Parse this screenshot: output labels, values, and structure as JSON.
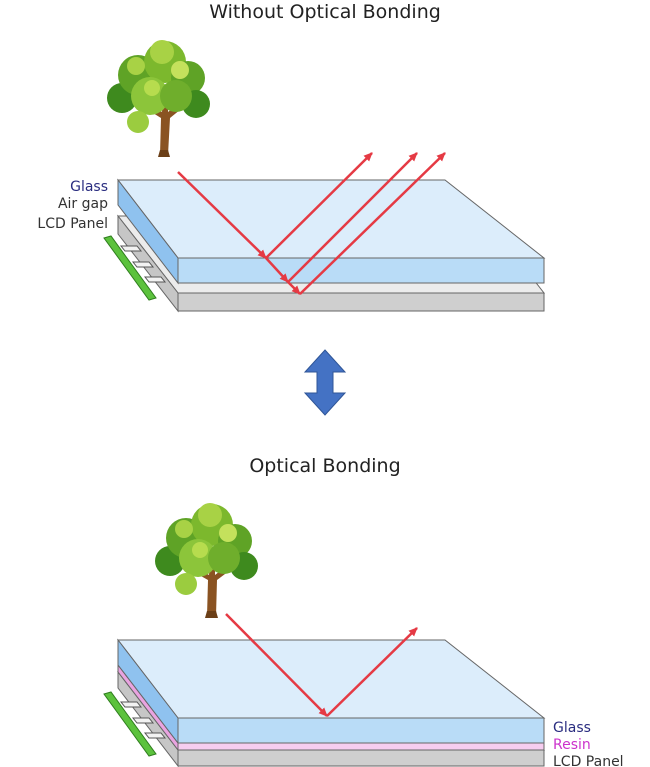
{
  "top": {
    "title": "Without Optical Bonding",
    "labels": {
      "glass": "Glass",
      "air_gap": "Air gap",
      "lcd_panel": "LCD Panel"
    }
  },
  "bottom": {
    "title": "Optical Bonding",
    "labels": {
      "glass": "Glass",
      "resin": "Resin",
      "lcd_panel": "LCD Panel"
    }
  },
  "colors": {
    "glass_label": "#2a2d80",
    "resin_label": "#cc33cc",
    "lcd_label": "#333333",
    "air_gap_label": "#333333",
    "ray": "#e53a44",
    "arrow": "#4472c4",
    "glass_top": "#dcedfb",
    "glass_side": "#a9d2f5",
    "resin": "#f6cdf0",
    "panel_top": "#ececec",
    "panel_side": "#cfcfcf",
    "connector": "#5cc23d"
  }
}
